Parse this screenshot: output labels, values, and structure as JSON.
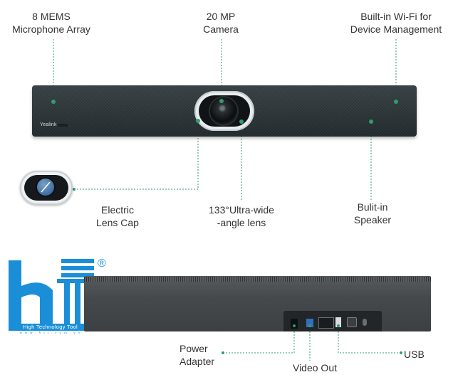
{
  "labels": {
    "mic_array": [
      "8 MEMS",
      "Microphone Array"
    ],
    "camera": [
      "20 MP",
      "Camera"
    ],
    "wifi": [
      "Built-in Wi-Fi for",
      "Device Management"
    ],
    "lens_cap": [
      "Electric",
      "Lens Cap"
    ],
    "lens": [
      "133°Ultra-wide",
      "-angle lens"
    ],
    "speaker": [
      "Bulit-in",
      "Speaker"
    ],
    "power": [
      "Power",
      "Adapter"
    ],
    "video_out": "Video Out",
    "usb": "USB"
  },
  "device": {
    "brand": "Yealink"
  },
  "logo": {
    "name": "High Technology Tool",
    "url": "w w w . h t t . c o m . v n",
    "registered": "®"
  },
  "colors": {
    "callout": "#2e9e6e",
    "brand_blue": "#1a8fd8"
  }
}
